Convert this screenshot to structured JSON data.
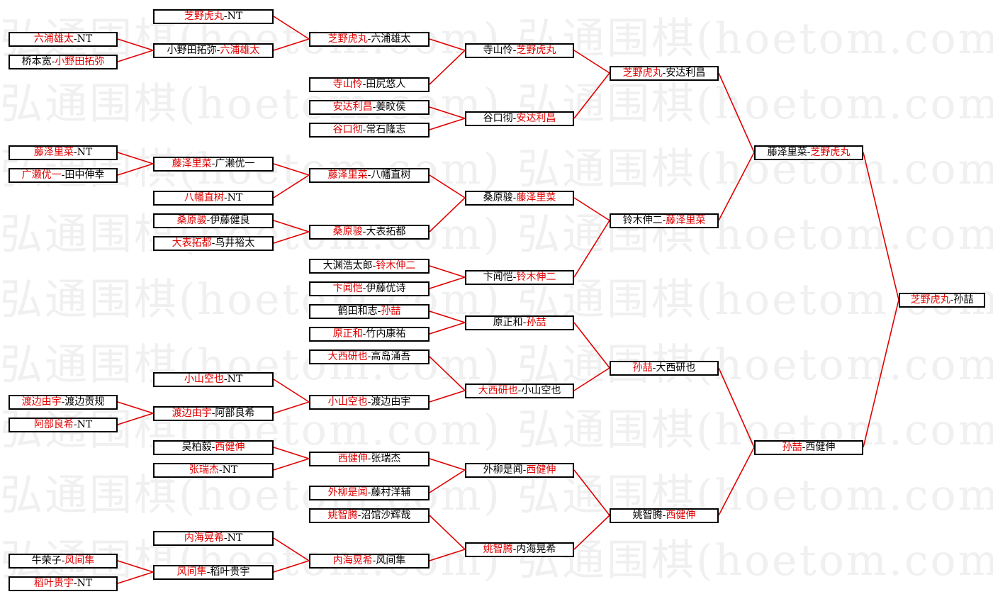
{
  "watermark": "弘通围棋(hoetom.com) 弘通围棋(hoetom.com) 弘通围棋(hoetom.com) 弘通围棋(hoetom.com) 弘通围棋(hoetom.com) 弘通围棋(hoetom.com)",
  "colors": {
    "winner": "#e00000",
    "loser": "#000000",
    "link": "#e00000",
    "border": "#000000"
  },
  "rounds": {
    "r1": [
      {
        "p1": "六浦雄太",
        "p2": "NT",
        "winner": 1
      },
      {
        "p1": "桥本宽",
        "p2": "小野田拓弥",
        "winner": 2
      },
      {
        "p1": "藤泽里菜",
        "p2": "NT",
        "winner": 1
      },
      {
        "p1": "广濑优一",
        "p2": "田中伸幸",
        "winner": 1
      },
      {
        "p1": "渡边由宇",
        "p2": "渡边贡规",
        "winner": 1
      },
      {
        "p1": "阿部良希",
        "p2": "NT",
        "winner": 1
      },
      {
        "p1": "牛荣子",
        "p2": "风间隼",
        "winner": 2
      },
      {
        "p1": "稻叶贵宇",
        "p2": "NT",
        "winner": 1
      }
    ],
    "r2": [
      {
        "p1": "芝野虎丸",
        "p2": "NT",
        "winner": 1
      },
      {
        "p1": "小野田拓弥",
        "p2": "六浦雄太",
        "winner": 2
      },
      {
        "p1": "藤泽里菜",
        "p2": "广濑优一",
        "winner": 1
      },
      {
        "p1": "八幡直树",
        "p2": "NT",
        "winner": 1
      },
      {
        "p1": "桑原骏",
        "p2": "伊藤健良",
        "winner": 1
      },
      {
        "p1": "大表拓都",
        "p2": "鸟井裕太",
        "winner": 1
      },
      {
        "p1": "小山空也",
        "p2": "NT",
        "winner": 1
      },
      {
        "p1": "渡边由宇",
        "p2": "阿部良希",
        "winner": 1
      },
      {
        "p1": "吴柏毅",
        "p2": "西健伸",
        "winner": 2
      },
      {
        "p1": "张瑞杰",
        "p2": "NT",
        "winner": 1
      },
      {
        "p1": "内海晃希",
        "p2": "NT",
        "winner": 1
      },
      {
        "p1": "风间隼",
        "p2": "稻叶贵宇",
        "winner": 1
      }
    ],
    "r3": [
      {
        "p1": "芝野虎丸",
        "p2": "六浦雄太",
        "winner": 1
      },
      {
        "p1": "寺山怜",
        "p2": "田尻悠人",
        "winner": 1
      },
      {
        "p1": "安达利昌",
        "p2": "姜旼侯",
        "winner": 1
      },
      {
        "p1": "谷口彻",
        "p2": "常石隆志",
        "winner": 1
      },
      {
        "p1": "藤泽里菜",
        "p2": "八幡直树",
        "winner": 1
      },
      {
        "p1": "桑原骏",
        "p2": "大表拓都",
        "winner": 1
      },
      {
        "p1": "大渊浩太郎",
        "p2": "铃木伸二",
        "winner": 2
      },
      {
        "p1": "卞闻恺",
        "p2": "伊藤优诗",
        "winner": 1
      },
      {
        "p1": "鹤田和志",
        "p2": "孙喆",
        "winner": 2
      },
      {
        "p1": "原正和",
        "p2": "竹内康祐",
        "winner": 1
      },
      {
        "p1": "大西研也",
        "p2": "高岛涌吾",
        "winner": 1
      },
      {
        "p1": "小山空也",
        "p2": "渡边由宇",
        "winner": 1
      },
      {
        "p1": "西健伸",
        "p2": "张瑞杰",
        "winner": 1
      },
      {
        "p1": "外柳是闻",
        "p2": "藤村洋辅",
        "winner": 1
      },
      {
        "p1": "姚智腾",
        "p2": "沼馆沙辉哉",
        "winner": 1
      },
      {
        "p1": "内海晃希",
        "p2": "风间隼",
        "winner": 1
      }
    ],
    "r4": [
      {
        "p1": "寺山怜",
        "p2": "芝野虎丸",
        "winner": 2
      },
      {
        "p1": "谷口彻",
        "p2": "安达利昌",
        "winner": 2
      },
      {
        "p1": "桑原骏",
        "p2": "藤泽里菜",
        "winner": 2
      },
      {
        "p1": "卞闻恺",
        "p2": "铃木伸二",
        "winner": 2
      },
      {
        "p1": "原正和",
        "p2": "孙喆",
        "winner": 2
      },
      {
        "p1": "大西研也",
        "p2": "小山空也",
        "winner": 1
      },
      {
        "p1": "外柳是闻",
        "p2": "西健伸",
        "winner": 2
      },
      {
        "p1": "姚智腾",
        "p2": "内海晃希",
        "winner": 1
      }
    ],
    "r5": [
      {
        "p1": "芝野虎丸",
        "p2": "安达利昌",
        "winner": 1
      },
      {
        "p1": "铃木伸二",
        "p2": "藤泽里菜",
        "winner": 2
      },
      {
        "p1": "孙喆",
        "p2": "大西研也",
        "winner": 1
      },
      {
        "p1": "姚智腾",
        "p2": "西健伸",
        "winner": 2
      }
    ],
    "r6": [
      {
        "p1": "藤泽里菜",
        "p2": "芝野虎丸",
        "winner": 2
      },
      {
        "p1": "孙喆",
        "p2": "西健伸",
        "winner": 1
      }
    ],
    "r7": [
      {
        "p1": "芝野虎丸",
        "p2": "孙喆",
        "winner": 1
      }
    ]
  }
}
